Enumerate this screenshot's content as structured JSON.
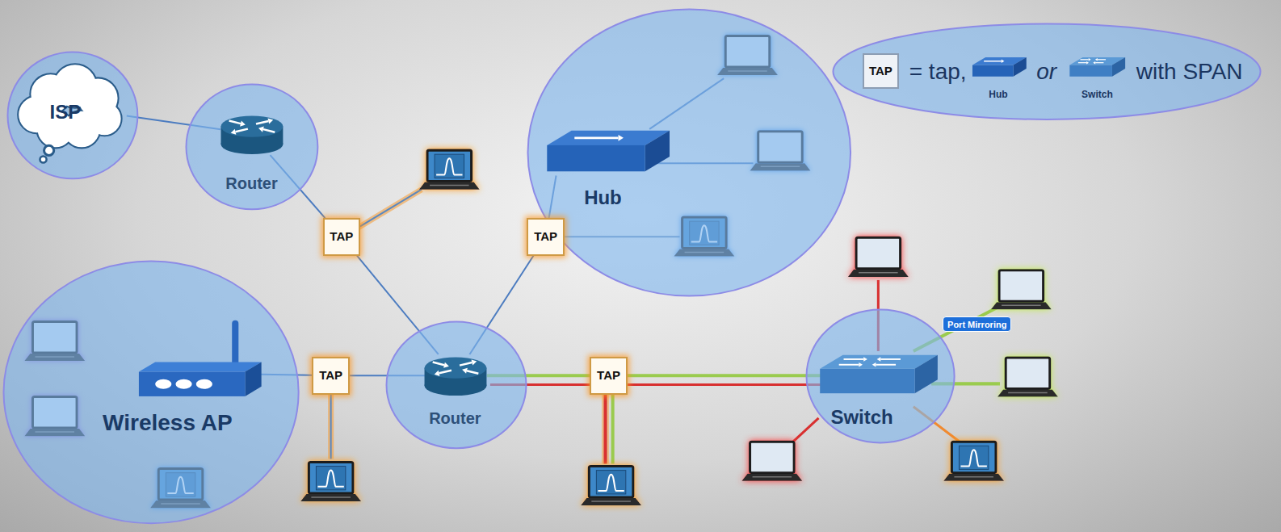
{
  "diagram": {
    "nodes": [
      {
        "text": [
          "ISP"
        ]
      },
      {
        "text": [
          "Router"
        ]
      },
      {
        "text": [
          "Hub"
        ]
      },
      {
        "text": [
          "= tap,",
          "or",
          "with SPAN"
        ]
      },
      {
        "text": [
          "TAP"
        ],
        "in": 3
      },
      {
        "text": [
          "TAP"
        ]
      },
      {
        "text": [
          "TAP"
        ]
      },
      {
        "text": [
          "Port Mirroring"
        ]
      },
      {
        "text": [
          "Wireless AP"
        ]
      },
      {
        "text": [
          "TAP"
        ]
      },
      {
        "text": [
          "Router"
        ]
      },
      {
        "text": [
          "TAP"
        ]
      },
      {
        "text": [
          "Switch"
        ]
      }
    ],
    "edges": [
      {
        "from": 0,
        "to": 1,
        "arrow": "none"
      },
      {
        "from": 1,
        "to": 5,
        "arrow": "none"
      },
      {
        "from": 5,
        "to": 10,
        "arrow": "none"
      },
      {
        "from": 10,
        "to": 6,
        "arrow": "none"
      },
      {
        "from": 6,
        "to": 2,
        "arrow": "none"
      },
      {
        "from": 8,
        "to": 9,
        "arrow": "none"
      },
      {
        "from": 9,
        "to": 10,
        "arrow": "none"
      },
      {
        "from": 10,
        "to": 11,
        "arrow": "none"
      },
      {
        "from": 11,
        "to": 12,
        "arrow": "none"
      }
    ],
    "labels": [
      "Hub",
      "Switch"
    ]
  }
}
